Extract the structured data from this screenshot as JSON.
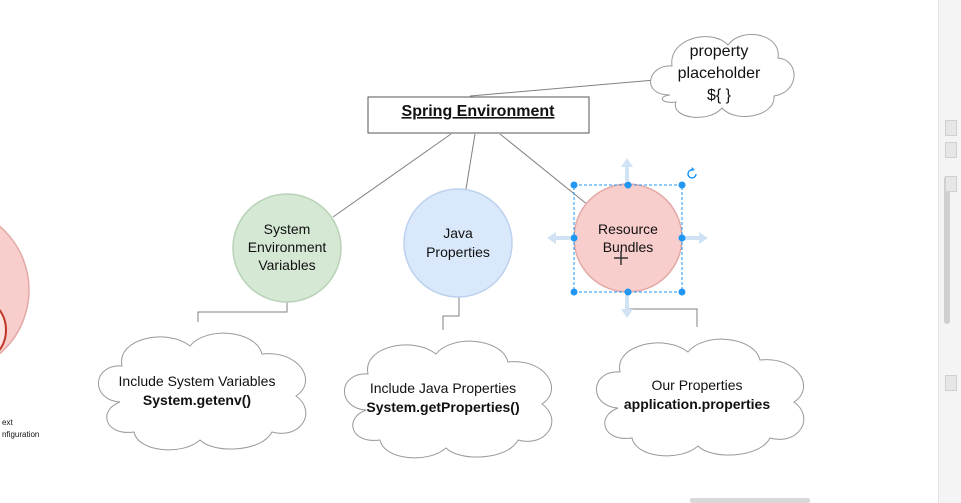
{
  "nodes": {
    "root": "Spring Environment",
    "placeholder": [
      "property",
      "placeholder",
      "${ }"
    ],
    "system_env": [
      "System",
      "Environment",
      "Variables"
    ],
    "java_props": [
      "Java",
      "Properties"
    ],
    "resource_bundles": [
      "Resource",
      "Bundles"
    ]
  },
  "clouds": {
    "system": {
      "line1": "Include System Variables",
      "line2": "System.getenv()"
    },
    "java": {
      "line1": "Include Java Properties",
      "line2": "System.getProperties()"
    },
    "ours": {
      "line1": "Our Properties",
      "line2": "application.properties"
    }
  },
  "left_fragment": {
    "line1": "ext",
    "line2": "nfiguration"
  },
  "colors": {
    "green_fill": "#d5e8d4",
    "green_stroke": "#b9d2b7",
    "blue_fill": "#dae8fc",
    "blue_stroke": "#bcd1ee",
    "red_fill": "#f8cecc",
    "red_stroke": "#e3a9a6",
    "selection": "#2196f3"
  }
}
